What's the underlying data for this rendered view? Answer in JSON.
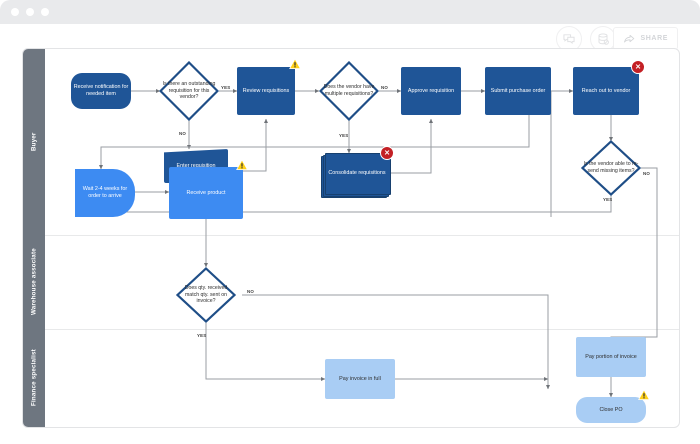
{
  "window": {
    "dots": [
      "window-dot-1",
      "window-dot-2",
      "window-dot-3"
    ],
    "toolbar": {
      "comment_icon": "comment-icon",
      "database_icon": "database-icon",
      "share_label": "SHARE",
      "share_icon": "share-arrow-icon"
    }
  },
  "diagram": {
    "lanes": [
      {
        "id": "buyer",
        "label": "Buyer"
      },
      {
        "id": "warehouse",
        "label": "Warehouse associate"
      },
      {
        "id": "finance",
        "label": "Finance specialist"
      }
    ],
    "nodes": [
      {
        "id": "receive-notification",
        "label": "Receive notification for needed item",
        "shape": "round",
        "color": "dark",
        "lane": "buyer"
      },
      {
        "id": "outstanding-requisition",
        "label": "Is there an outstanding requisition for this vendor?",
        "shape": "diamond",
        "color": "dark",
        "lane": "buyer"
      },
      {
        "id": "enter-requisition",
        "label": "Enter requisition",
        "shape": "manual",
        "color": "dark",
        "lane": "buyer"
      },
      {
        "id": "review-requisitions",
        "label": "Review requisitions",
        "shape": "rect",
        "color": "dark",
        "lane": "buyer",
        "badge": "warning"
      },
      {
        "id": "vendor-multiple-requisitions",
        "label": "Does the vendor have multiple requisitions?",
        "shape": "diamond",
        "color": "dark",
        "lane": "buyer"
      },
      {
        "id": "consolidate-requisitions",
        "label": "Consolidate requisitions",
        "shape": "multidoc",
        "color": "dark",
        "lane": "buyer",
        "badge": "error"
      },
      {
        "id": "approve-requisition",
        "label": "Approve requisition",
        "shape": "rect",
        "color": "dark",
        "lane": "buyer"
      },
      {
        "id": "submit-purchase-order",
        "label": "Submit purchase order",
        "shape": "rect",
        "color": "dark",
        "lane": "buyer"
      },
      {
        "id": "reach-out-to-vendor",
        "label": "Reach out to vendor",
        "shape": "rect",
        "color": "dark",
        "lane": "buyer",
        "badge": "error"
      },
      {
        "id": "vendor-resend-items",
        "label": "Is the vendor able to re-send missing items?",
        "shape": "diamond",
        "color": "dark",
        "lane": "buyer"
      },
      {
        "id": "wait-for-order",
        "label": "Wait 2-4 weeks for order to arrive",
        "shape": "delay",
        "color": "mid",
        "lane": "warehouse"
      },
      {
        "id": "receive-product",
        "label": "Receive product",
        "shape": "rect",
        "color": "mid",
        "lane": "warehouse",
        "badge": "warning"
      },
      {
        "id": "qty-match",
        "label": "Does qty. received match qty. sent on invoice?",
        "shape": "diamond",
        "color": "dark",
        "lane": "finance"
      },
      {
        "id": "pay-invoice-full",
        "label": "Pay invoice in full",
        "shape": "rect",
        "color": "light",
        "lane": "finance"
      },
      {
        "id": "pay-portion-invoice",
        "label": "Pay portion of invoice",
        "shape": "rect",
        "color": "light",
        "lane": "finance"
      },
      {
        "id": "close-po",
        "label": "Close PO",
        "shape": "round",
        "color": "light",
        "lane": "finance",
        "badge": "warning"
      }
    ],
    "edge_labels": [
      {
        "id": "yes-outstanding",
        "text": "YES"
      },
      {
        "id": "no-outstanding",
        "text": "NO"
      },
      {
        "id": "no-multiple",
        "text": "NO"
      },
      {
        "id": "yes-multiple",
        "text": "YES"
      },
      {
        "id": "no-resend",
        "text": "NO"
      },
      {
        "id": "yes-resend",
        "text": "YES"
      },
      {
        "id": "no-qty",
        "text": "NO"
      },
      {
        "id": "yes-qty",
        "text": "YES"
      }
    ],
    "colors": {
      "dark_blue": "#1f5597",
      "mid_blue": "#3d8bf2",
      "light_blue": "#a9cdf4",
      "lane_header": "#6e7680",
      "error_badge": "#c32025",
      "warning_badge": "#ffd11a",
      "edge": "#9a9ea3"
    }
  }
}
